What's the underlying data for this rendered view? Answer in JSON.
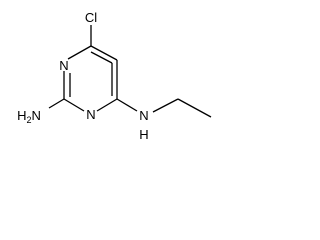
{
  "molecule": {
    "atom_labels": {
      "chlorine": "Cl",
      "ring_n_upper": "N",
      "ring_n_lower": "N",
      "amine_2_nh2": "H2N",
      "amine_4_nh": "N",
      "amine_4_h": "H"
    }
  }
}
